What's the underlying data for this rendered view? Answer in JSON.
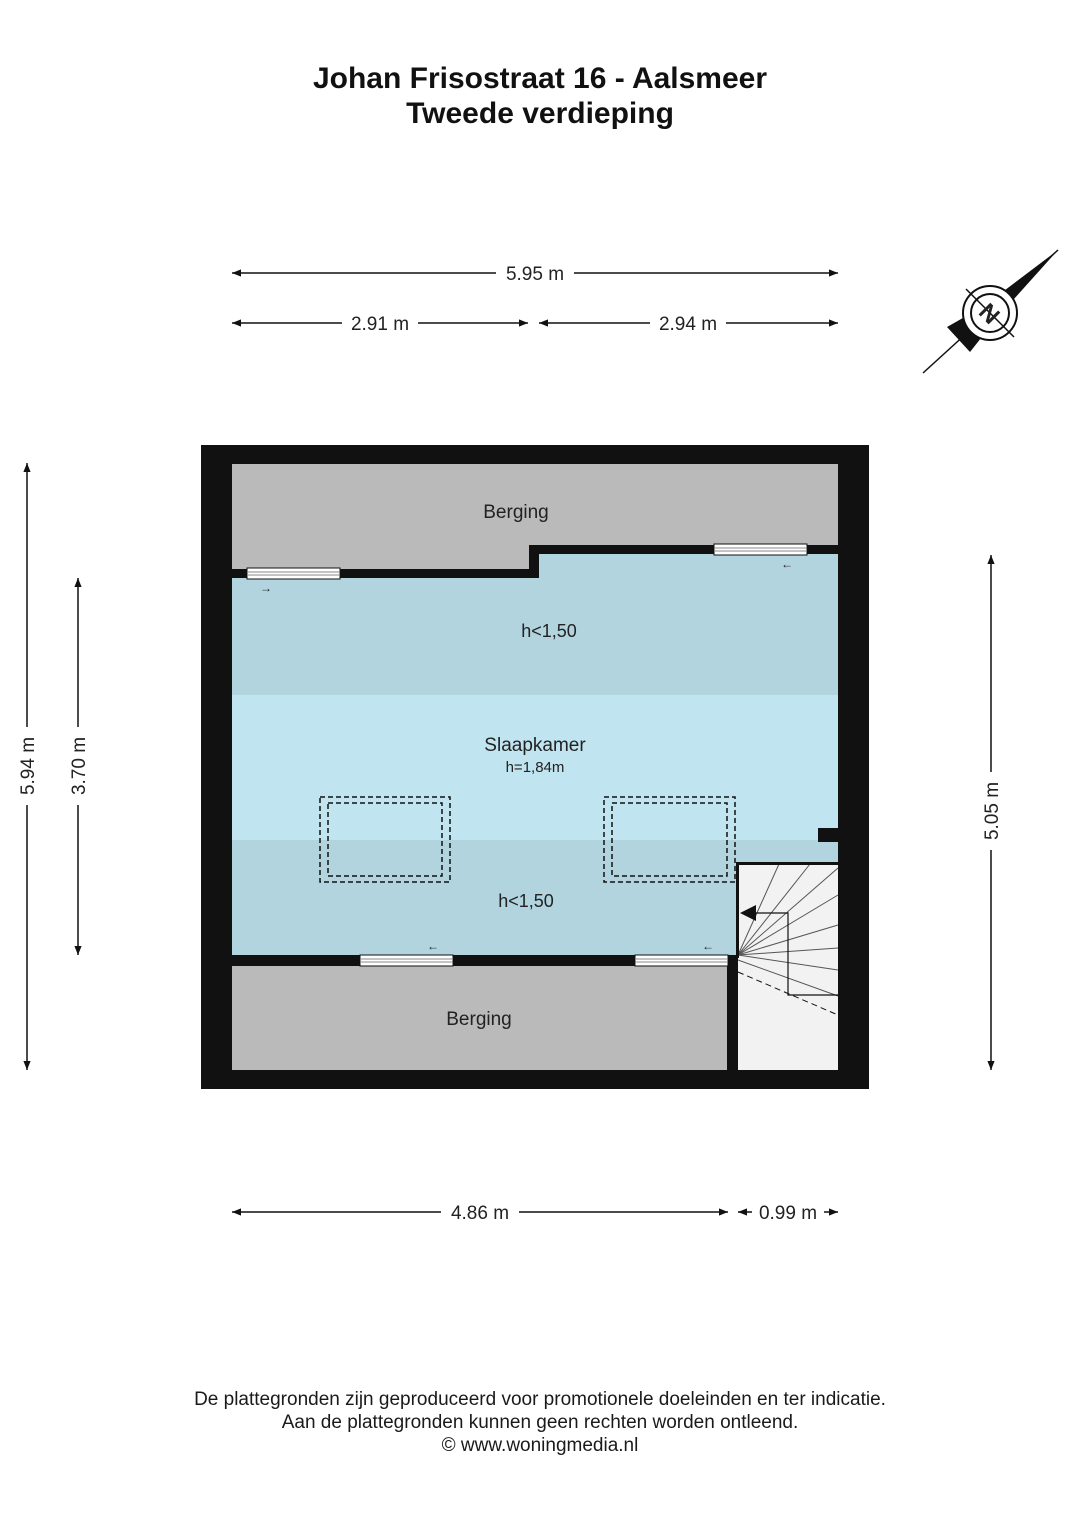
{
  "header": {
    "address": "Johan Frisostraat 16 - Aalsmeer",
    "floor": "Tweede verdieping"
  },
  "compass": {
    "label": "N",
    "icon": "north-compass-icon"
  },
  "dimensions": {
    "top_total": "5.95 m",
    "top_left": "2.91 m",
    "top_right": "2.94 m",
    "left_outer": "5.94 m",
    "left_inner": "3.70 m",
    "right": "5.05 m",
    "bottom_left": "4.86 m",
    "bottom_right": "0.99 m"
  },
  "rooms": {
    "storage_top": "Berging",
    "low_top": "h<1,50",
    "bedroom": "Slaapkamer",
    "bedroom_height": "h=1,84m",
    "low_bottom": "h<1,50",
    "storage_bottom": "Berging"
  },
  "colors": {
    "wall": "#111111",
    "storage": "#bababa",
    "low_ceiling": "#b1d4df",
    "bedroom": "#c0e4f0",
    "stair": "#f2f2f2"
  },
  "footer": {
    "line1": "De plattegronden zijn geproduceerd voor promotionele doeleinden en ter indicatie.",
    "line2": "Aan de plattegronden kunnen geen rechten worden ontleend.",
    "line3": "© www.woningmedia.nl"
  }
}
